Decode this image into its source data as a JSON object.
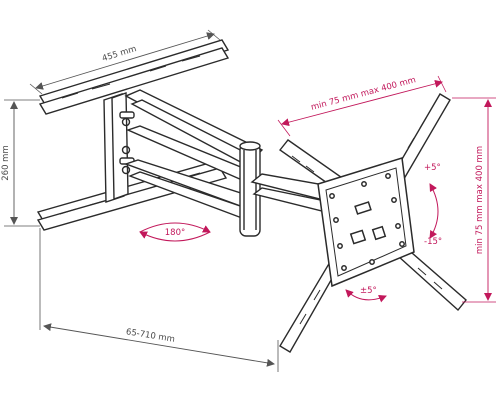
{
  "dimensions": {
    "plate_width": "455 mm",
    "plate_height": "260 mm",
    "arm_extension": "65-710 mm",
    "vesa_horizontal": "min 75 mm max 400 mm",
    "vesa_vertical": "min 75 mm max 400 mm"
  },
  "angles": {
    "swivel": "180°",
    "tilt_up": "+5°",
    "tilt_down": "-15°",
    "rotation": "±5°"
  },
  "colors": {
    "line": "#2b2b2b",
    "dimension_gray": "#555555",
    "dimension_magenta": "#c2185b"
  }
}
